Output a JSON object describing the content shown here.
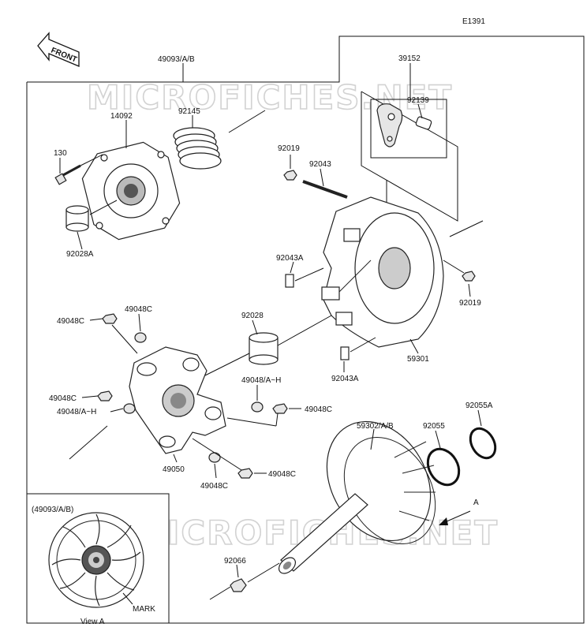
{
  "diagram_code": "E1391",
  "front_label": "FRONT",
  "watermark": "MICROFICHES.NET",
  "labels": {
    "p49093ab": "49093/A/B",
    "p39152": "39152",
    "p92139": "92139",
    "p14092": "14092",
    "p92145": "92145",
    "p130": "130",
    "p92028A": "92028A",
    "p92019_top": "92019",
    "p92043": "92043",
    "p92043A_top": "92043A",
    "p92019_right": "92019",
    "p92028": "92028",
    "p49048C_1": "49048C",
    "p49048C_2": "49048C",
    "p49048AH_mid": "49048/A~H",
    "p49048C_3": "49048C",
    "p49048C_4": "49048C",
    "p49048AH_left": "49048/A~H",
    "p49050": "49050",
    "p49048C_5": "49048C",
    "p49048C_6": "49048C",
    "p59301": "59301",
    "p92043A_bot": "92043A",
    "p59302ab": "59302/A/B",
    "p92055": "92055",
    "p92055A": "92055A",
    "p92066": "92066",
    "viewA_arrow": "A"
  },
  "inset": {
    "title": "(49093/A/B)",
    "mark_label": "MARK",
    "caption": "View A"
  }
}
